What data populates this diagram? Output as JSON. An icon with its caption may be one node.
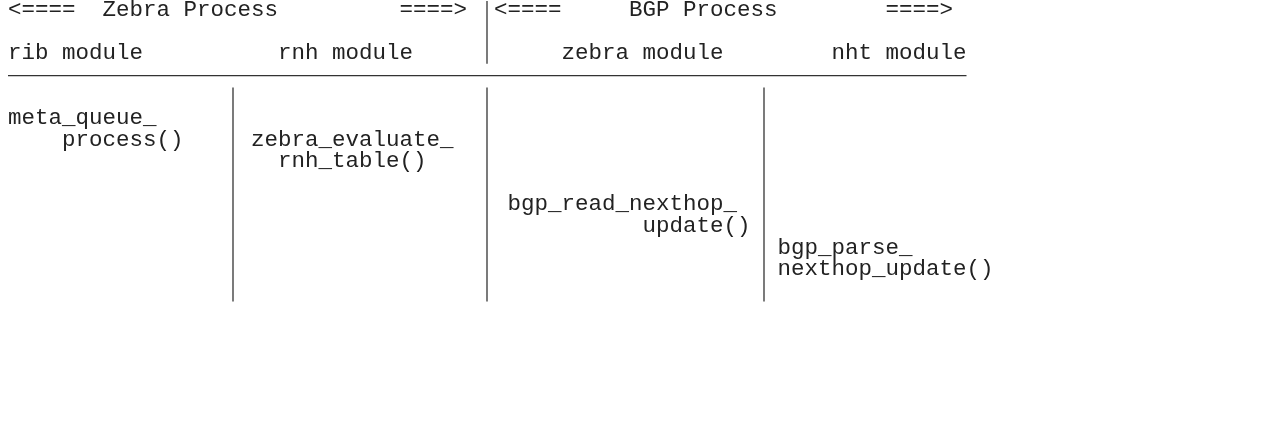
{
  "diagram": {
    "labels": [
      "<====",
      "Zebra Process",
      "====>",
      "<====",
      "BGP Process",
      "====>",
      "rib module",
      "rnh module",
      "zebra module",
      "nht module",
      "meta_queue_ process()",
      "zebra_evaluate_ rnh_table()",
      "bgp_read_nexthop_ update()",
      "bgp_parse_ nexthop_update()"
    ]
  }
}
